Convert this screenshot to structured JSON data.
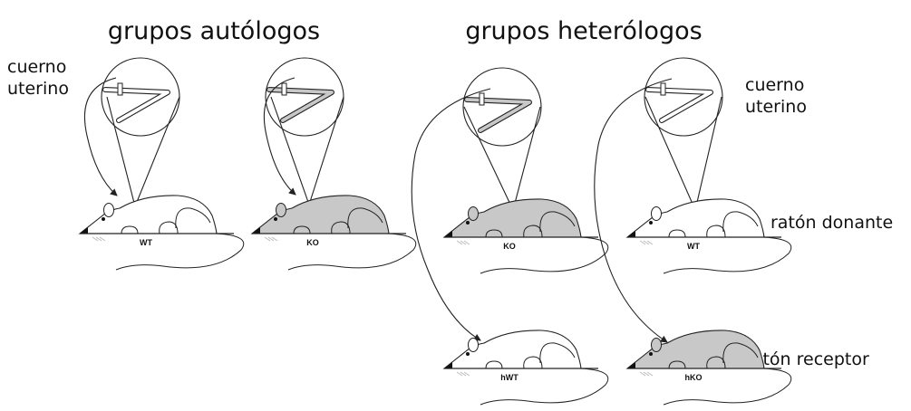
{
  "titles": {
    "autologous": "grupos autólogos",
    "heterologous": "grupos heterólogos"
  },
  "labels": {
    "uterine_horn_left": [
      "cuerno",
      "uterino"
    ],
    "uterine_horn_right": [
      "cuerno",
      "uterino"
    ],
    "donor": "ratón donante",
    "recipient": "ratón receptor"
  },
  "mice": {
    "donor_1": "WT",
    "donor_2": "KO",
    "donor_3": "KO",
    "donor_4": "WT",
    "recipient_1": "hWT",
    "recipient_2": "hKO"
  },
  "colors": {
    "wild_type_fill": "#ffffff",
    "knockout_fill": "#c8c8c8",
    "outline": "#222222"
  }
}
